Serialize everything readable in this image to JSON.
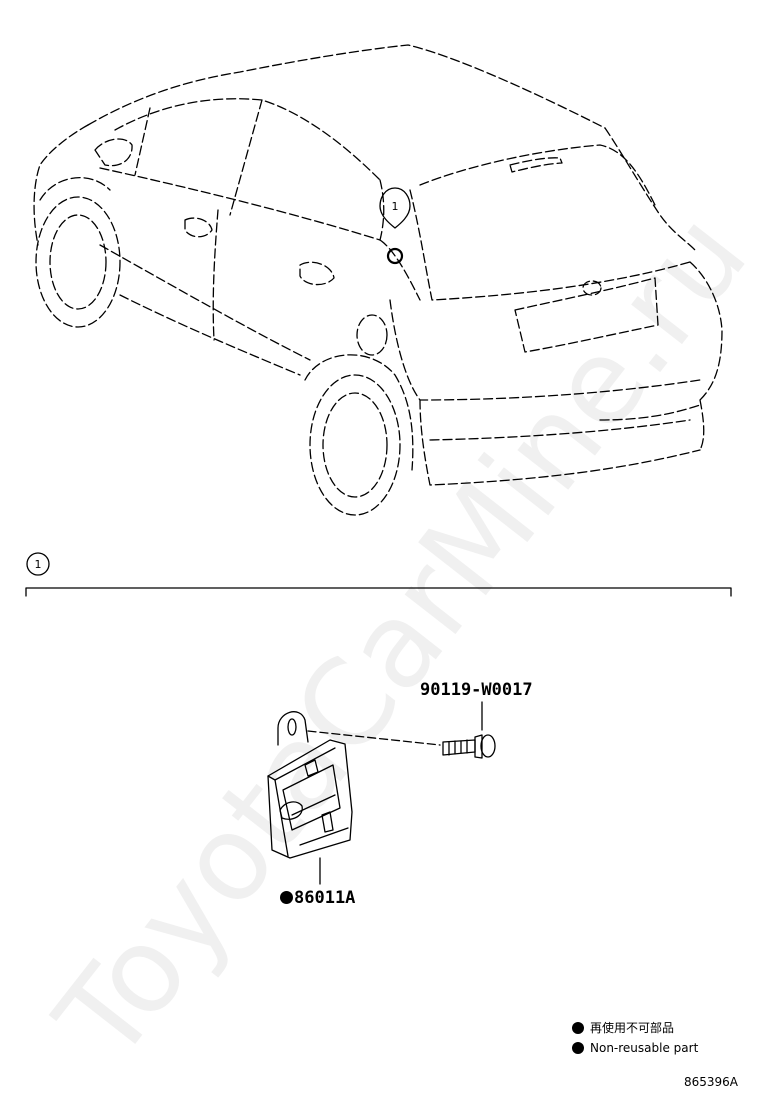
{
  "parts": {
    "bolt_number": "90119-W0017",
    "sensor_number": "86011A"
  },
  "callouts": {
    "car_callout": "1",
    "section_callout": "1"
  },
  "legend": {
    "non_reusable_jp": "再使用不可部品",
    "non_reusable_en": "Non-reusable part"
  },
  "diagram_code": "865396A",
  "watermark": "ToyotaCarMine.ru"
}
